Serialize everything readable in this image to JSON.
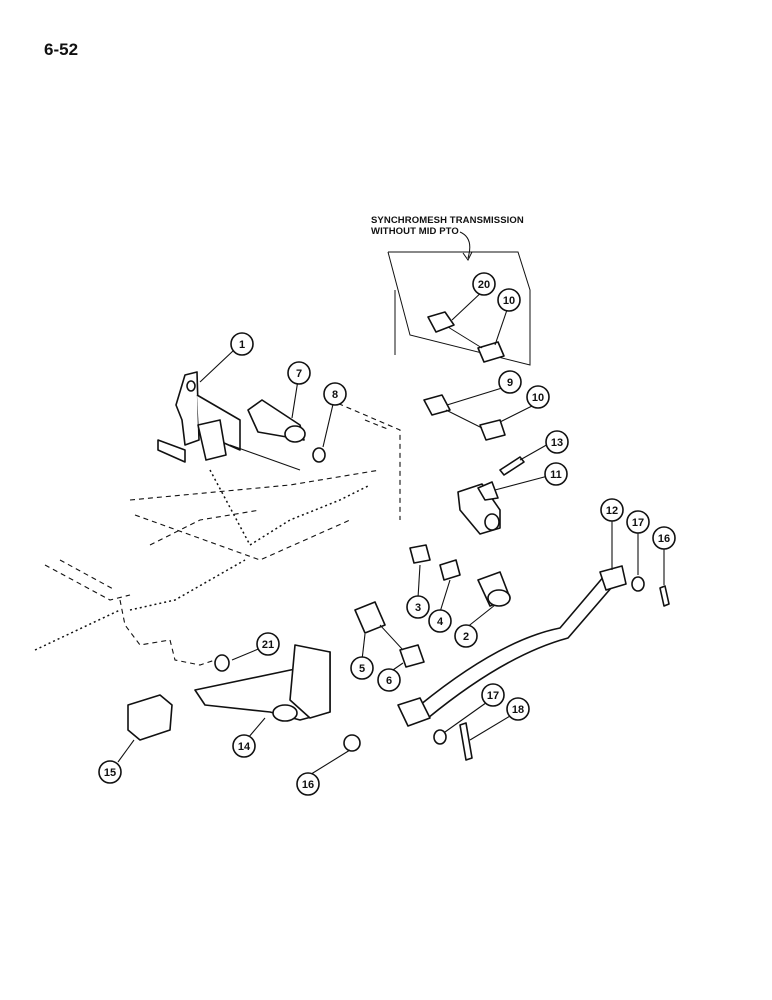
{
  "page": {
    "number": "6-52"
  },
  "note": {
    "line1": "SYNCHROMESH TRANSMISSION",
    "line2": "WITHOUT MID PTO"
  },
  "callouts": [
    "1",
    "2",
    "3",
    "4",
    "5",
    "6",
    "7",
    "8",
    "9",
    "10",
    "10",
    "11",
    "12",
    "13",
    "14",
    "15",
    "16",
    "16",
    "17",
    "17",
    "18",
    "20",
    "21"
  ]
}
